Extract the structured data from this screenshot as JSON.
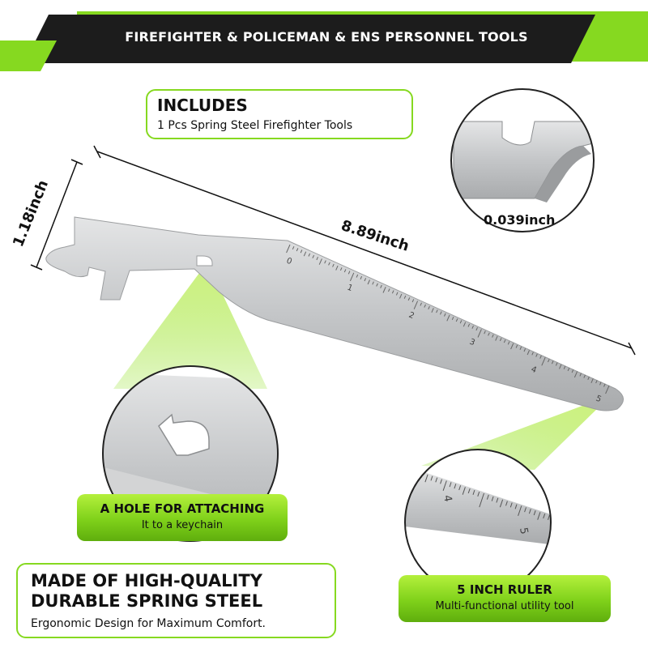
{
  "banner": {
    "title": "FIREFIGHTER & POLICEMAN & ENS PERSONNEL TOOLS"
  },
  "includes": {
    "title": "INCLUDES",
    "detail": "1 Pcs Spring Steel Firefighter Tools"
  },
  "dimensions": {
    "length": "8.89inch",
    "width": "1.18inch",
    "thickness": "0.039inch"
  },
  "ruler": {
    "tick_labels": [
      "0",
      "1",
      "2",
      "3",
      "4",
      "5"
    ]
  },
  "zoom_ruler": {
    "tick_labels": [
      "4",
      "5"
    ]
  },
  "hole_label": {
    "title": "A HOLE FOR ATTACHING",
    "subtitle": "It to a keychain"
  },
  "ruler_label": {
    "title": "5 INCH RULER",
    "subtitle": "Multi-functional utility tool"
  },
  "material": {
    "title": "MADE OF HIGH-QUALITY\nDURABLE SPRING STEEL",
    "subtitle": "Ergonomic Design for Maximum Comfort."
  },
  "colors": {
    "accent_green": "#86d920",
    "banner_black": "#111111",
    "steel": "#c9cbcd"
  }
}
